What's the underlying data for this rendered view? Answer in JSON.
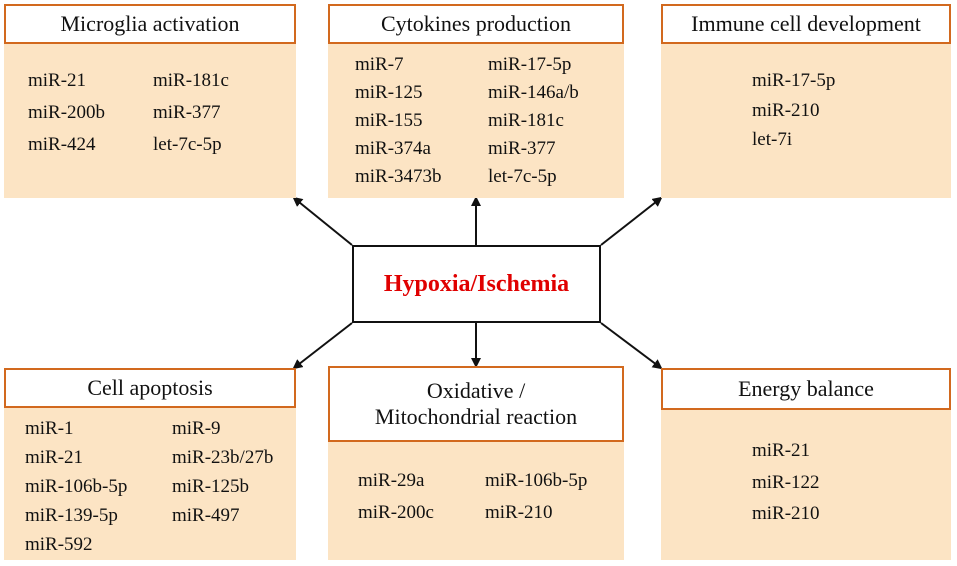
{
  "center": {
    "label": "Hypoxia/Ischemia"
  },
  "boxes": {
    "microglia": {
      "title": "Microglia activation",
      "col1": [
        "miR-21",
        "miR-200b",
        "miR-424"
      ],
      "col2": [
        "miR-181c",
        "miR-377",
        "let-7c-5p"
      ]
    },
    "cytokines": {
      "title": "Cytokines production",
      "col1": [
        "miR-7",
        "miR-125",
        "miR-155",
        "miR-374a",
        "miR-3473b"
      ],
      "col2": [
        "miR-17-5p",
        "miR-146a/b",
        "miR-181c",
        "miR-377",
        "let-7c-5p"
      ]
    },
    "immune": {
      "title": "Immune cell development",
      "col1": [
        "miR-17-5p",
        "miR-210",
        "let-7i"
      ]
    },
    "apoptosis": {
      "title": "Cell apoptosis",
      "col1": [
        "miR-1",
        "miR-21",
        "miR-106b-5p",
        "miR-139-5p",
        "miR-592"
      ],
      "col2": [
        "miR-9",
        "miR-23b/27b",
        "miR-125b",
        "miR-497"
      ]
    },
    "oxidative": {
      "title_line1": "Oxidative /",
      "title_line2": "Mitochondrial reaction",
      "col1": [
        "miR-29a",
        "miR-200c"
      ],
      "col2": [
        "miR-106b-5p",
        "miR-210"
      ]
    },
    "energy": {
      "title": "Energy balance",
      "col1": [
        "miR-21",
        "miR-122",
        "miR-210"
      ]
    }
  },
  "colors": {
    "panel_fill": "#fce4c4",
    "header_border": "#d2691e",
    "center_text": "#e00000",
    "arrow": "#111111"
  }
}
